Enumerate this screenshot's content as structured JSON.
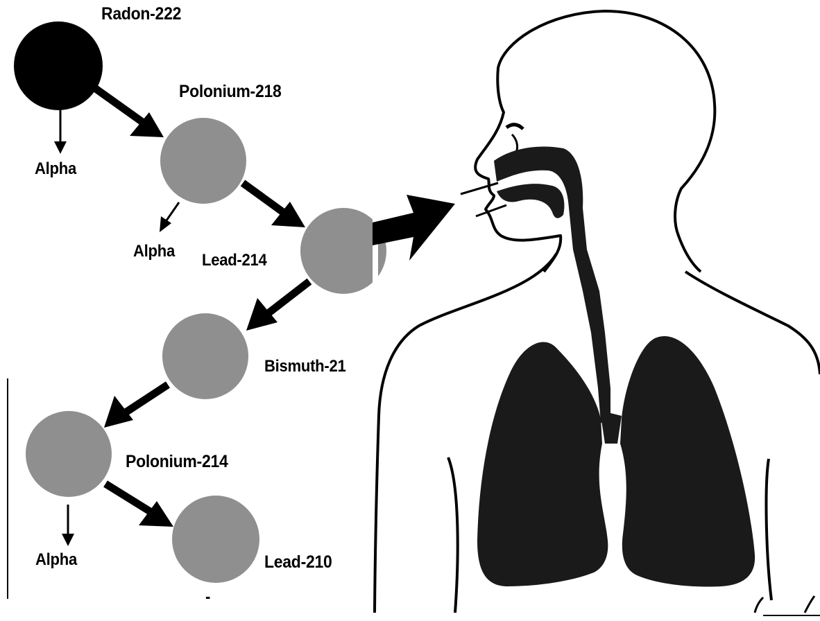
{
  "labels": {
    "radon_222": "Radon-222",
    "alpha_1": "Alpha",
    "polonium_218": "Polonium-218",
    "alpha_2": "Alpha",
    "lead_214": "Lead-214",
    "bismuth": "Bismuth-21",
    "polonium_214": "Polonium-214",
    "alpha_3": "Alpha",
    "lead_210": "Lead-210",
    "trailing_mark": "-"
  },
  "colors": {
    "radon_circle": "#000000",
    "decay_circle": "#8f8f8f",
    "ink": "#000000",
    "lungs": "#1a1a1a"
  },
  "icons": {
    "person": "human-respiratory-silhouette",
    "arrow": "thick-black-arrow"
  }
}
